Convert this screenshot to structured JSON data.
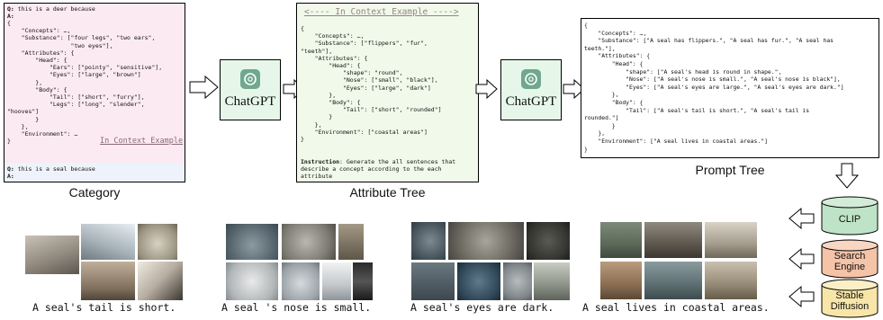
{
  "category_panel": {
    "q1_label": "Q:",
    "q1_text": " this is a deer because",
    "a1_label": "A:",
    "json_lines": [
      "{",
      "    \"Concepts\": …,",
      "    \"Substance\": [\"four legs\", \"two ears\",",
      "                  \"two eyes\"],",
      "    \"Attributes\": {",
      "        \"Head\": {",
      "            \"Ears\": [\"pointy\", \"sensitive\"],",
      "            \"Eyes\": [\"large\", \"brown\"]",
      "        },",
      "        \"Body\": {",
      "            \"Tail\": [\"short\", \"furry\"],",
      "            \"Legs\": [\"long\", \"slender\",",
      "\"hooves\"]",
      "        }",
      "    },",
      "    \"Environment\": …",
      "}"
    ],
    "context_label": "In Context Example",
    "q2_label": "Q:",
    "q2_text": " this is a seal because",
    "a2_label": "A:",
    "caption": "Category"
  },
  "attribute_panel": {
    "header": "<---- In Context Example ---->",
    "json_lines": [
      "{",
      "    \"Concepts\": …,",
      "    \"Substance\": [\"flippers\", \"fur\",",
      "\"teeth\"],",
      "    \"Attributes\": {",
      "        \"Head\": {",
      "            \"shape\": \"round\",",
      "            \"Nose\": [\"small\", \"black\"],",
      "            \"Eyes\": [\"large\", \"dark\"]",
      "        },",
      "        \"Body\": {",
      "            \"Tail\": [\"short\", \"rounded\"]",
      "        }",
      "    },",
      "    \"Environment\": [\"coastal areas\"]",
      "}"
    ],
    "instruction_label": "Instruction",
    "instruction_text": ": Generate the all sentences that\ndescribe a concept according to the each\nattribute",
    "caption": "Attribute Tree"
  },
  "prompt_panel": {
    "json_lines": [
      "{",
      "    \"Concepts\": …,",
      "    \"Substance\": [\"A seal has flippers.\", \"A seal has fur.\", \"A seal has",
      "teeth.\"],",
      "    \"Attributes\": {",
      "        \"Head\": {",
      "            \"shape\": [\"A seal's head is round in shape.\",",
      "            \"Nose\": [\"A seal's nose is small.\", \"A seal's nose is black\"],",
      "            \"Eyes\": [\"A seal's eyes are large.\", \"A seal's eyes are dark.\"]",
      "        },",
      "        \"Body\": {",
      "            \"Tail\": [\"A seal's tail is short.\", \"A seal's tail is",
      "rounded.\"]",
      "        }",
      "    },",
      "    \"Environment\": [\"A seal lives in coastal areas.\"]",
      "}"
    ],
    "caption": "Prompt Tree"
  },
  "chatgpt": {
    "label_1": "ChatGPT",
    "label_2": "ChatGPT"
  },
  "sources": {
    "clip": "CLIP",
    "search": "Search\nEngine",
    "diffusion": "Stable\nDiffusion"
  },
  "image_captions": {
    "tail": "A seal's tail is short.",
    "nose": "A seal 's nose is small.",
    "eyes": "A seal's eyes are dark.",
    "coastal": "A seal lives in coastal areas."
  },
  "colors": {
    "category_bg": "#fbeaf1",
    "attribute_bg": "#f1faea",
    "chatgpt_bg": "#e6f7e9",
    "chatgpt_logo": "#6fa88f",
    "clip_fill": "#bfe3c6",
    "search_fill": "#f4c3a8",
    "diffusion_fill": "#f7e6a8"
  }
}
